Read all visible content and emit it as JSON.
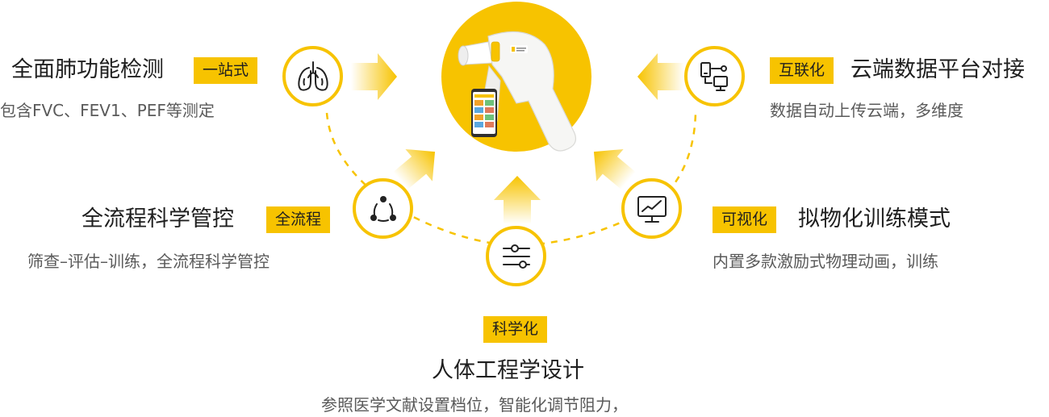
{
  "features": [
    {
      "id": "lung",
      "title": "全面肺功能检测",
      "tag": "一站式",
      "subtitle": "包含FVC、FEV1、PEF等测定",
      "icon": "lungs-icon"
    },
    {
      "id": "cloud",
      "title": "云端数据平台对接",
      "tag": "互联化",
      "subtitle": "数据自动上传云端，多维度",
      "icon": "network-devices-icon"
    },
    {
      "id": "process",
      "title": "全流程科学管控",
      "tag": "全流程",
      "subtitle": "筛查–评估–训练，全流程科学管控",
      "icon": "cycle-icon"
    },
    {
      "id": "visual",
      "title": "拟物化训练模式",
      "tag": "可视化",
      "subtitle": "内置多款激励式物理动画，训练",
      "icon": "monitor-chart-icon"
    },
    {
      "id": "ergonomic",
      "title": "人体工程学设计",
      "tag": "科学化",
      "subtitle": "参照医学文献设置档位，智能化调节阻力，",
      "icon": "sliders-icon"
    }
  ],
  "product": {
    "icon": "spirometer-device-icon"
  },
  "colors": {
    "accent": "#f7c300",
    "text": "#1f1f1f",
    "subtext": "#5a5a5a"
  }
}
